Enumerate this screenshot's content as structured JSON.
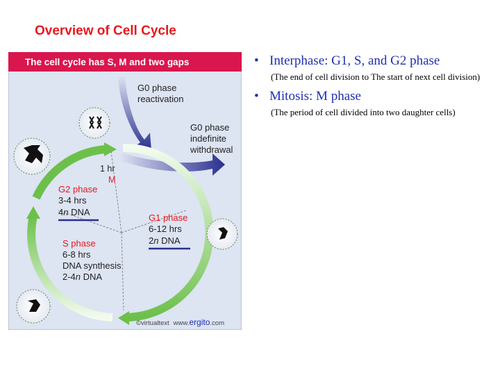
{
  "slide": {
    "title": "Overview of Cell Cycle"
  },
  "figure": {
    "header": "The cell cycle has S, M and two gaps",
    "g0_reactivation": {
      "title": "G0 phase",
      "text": "reactivation"
    },
    "g0_withdrawal": {
      "title": "G0 phase",
      "line1": "indefinite",
      "line2": "withdrawal"
    },
    "m_phase": {
      "time": "1 hr",
      "name": "M"
    },
    "g2_phase": {
      "name": "G2 phase",
      "time": "3-4 hrs",
      "dna_prefix": "4",
      "dna_n": "n",
      "dna_suffix": " DNA"
    },
    "g1_phase": {
      "name": "G1 phase",
      "time": "6-12 hrs",
      "dna_prefix": "2",
      "dna_n": "n",
      "dna_suffix": " DNA"
    },
    "s_phase": {
      "name": "S phase",
      "time": "6-8 hrs",
      "line2": "DNA synthesis",
      "dna_prefix": "2-4",
      "dna_n": "n",
      "dna_suffix": " DNA"
    },
    "credit": {
      "copyright": "©virtualtext",
      "www": "www.",
      "brand": "ergito",
      "tld": ".com"
    },
    "colors": {
      "header_bg": "#d9164d",
      "panel_bg": "#dde4f2",
      "cycle_green": "#6cc04a",
      "arrow_navy": "#2a2f8f",
      "phase_red": "#e8181e",
      "text_dark": "#222222"
    }
  },
  "bullets": [
    {
      "title": "Interphase: G1, S, and G2 phase",
      "note": "(The end of cell division to The start of next cell division)"
    },
    {
      "title": "Mitosis: M phase",
      "note": "(The period of cell divided into two daughter cells)"
    }
  ]
}
